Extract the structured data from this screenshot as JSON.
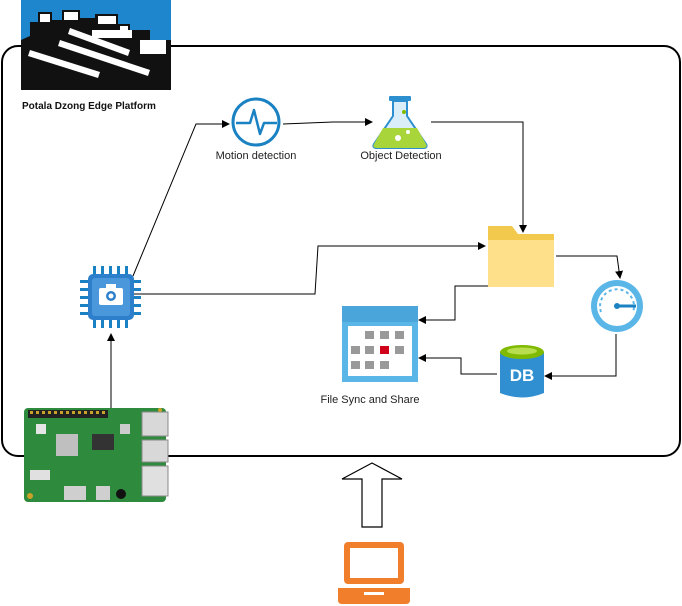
{
  "platform": {
    "title": "Potala Dzong Edge Platform"
  },
  "nodes": {
    "motion_detection": {
      "label": "Motion detection",
      "icon": "pulse-monitor-icon"
    },
    "object_detection": {
      "label": "Object Detection",
      "icon": "lab-flask-icon"
    },
    "camera": {
      "icon": "camera-chip-icon"
    },
    "storage_folder": {
      "icon": "folder-icon"
    },
    "speedometer": {
      "icon": "gauge-icon"
    },
    "database": {
      "label": "DB",
      "icon": "database-icon"
    },
    "file_sync": {
      "label": "File Sync and Share",
      "icon": "calendar-grid-icon"
    },
    "raspberry_pi": {
      "icon": "raspberry-pi-board-icon"
    },
    "laptop": {
      "icon": "laptop-icon"
    },
    "logo": {
      "icon": "potala-palace-logo"
    }
  },
  "colors": {
    "icon_blue": "#1A82C3",
    "light_blue": "#5BB6E8",
    "folder_yellow": "#FFE08A",
    "db_blue": "#2F8FD0",
    "db_green": "#7FBA00",
    "laptop_orange": "#F07E2B",
    "board_green": "#2E8B3E"
  }
}
